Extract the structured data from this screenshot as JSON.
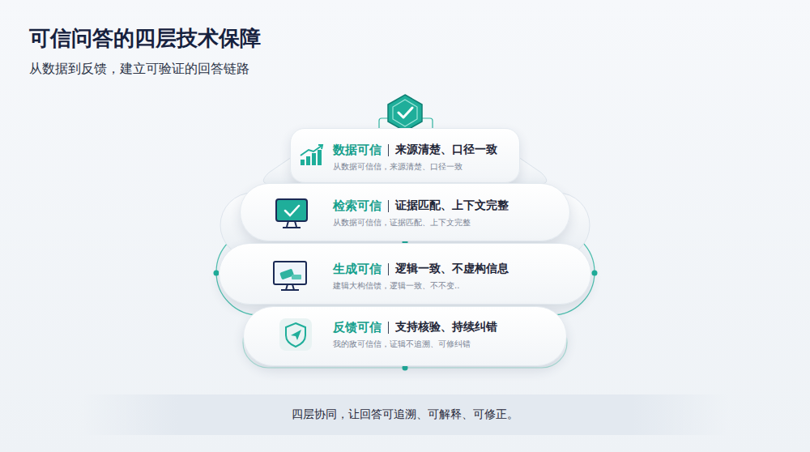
{
  "diagram": {
    "title": "可信问答的四层技术保障",
    "caption": "从数据到反馈，建立可验证的回答链路",
    "nodes": [
      {
        "text": [
          "数据可信",
          "来源清楚、口径一致",
          "从数据可信信，来源清楚、口径一致"
        ]
      },
      {
        "text": [
          "检索可信",
          "证据匹配、上下文完整",
          "从数据可信信，证据匹配、上下文完整"
        ]
      },
      {
        "text": [
          "生成可信",
          "逻辑一致、不虚构信息",
          "建辑大构信馈，逻辑一致、不不变.."
        ]
      },
      {
        "text": [
          "反馈可信",
          "支持核验、持续纠错",
          "我的敌可信信，证辑不追溯、可修纠错"
        ]
      },
      {
        "text": [
          "四层协同，让回答可追溯、可解释、可修正。"
        ]
      }
    ]
  }
}
